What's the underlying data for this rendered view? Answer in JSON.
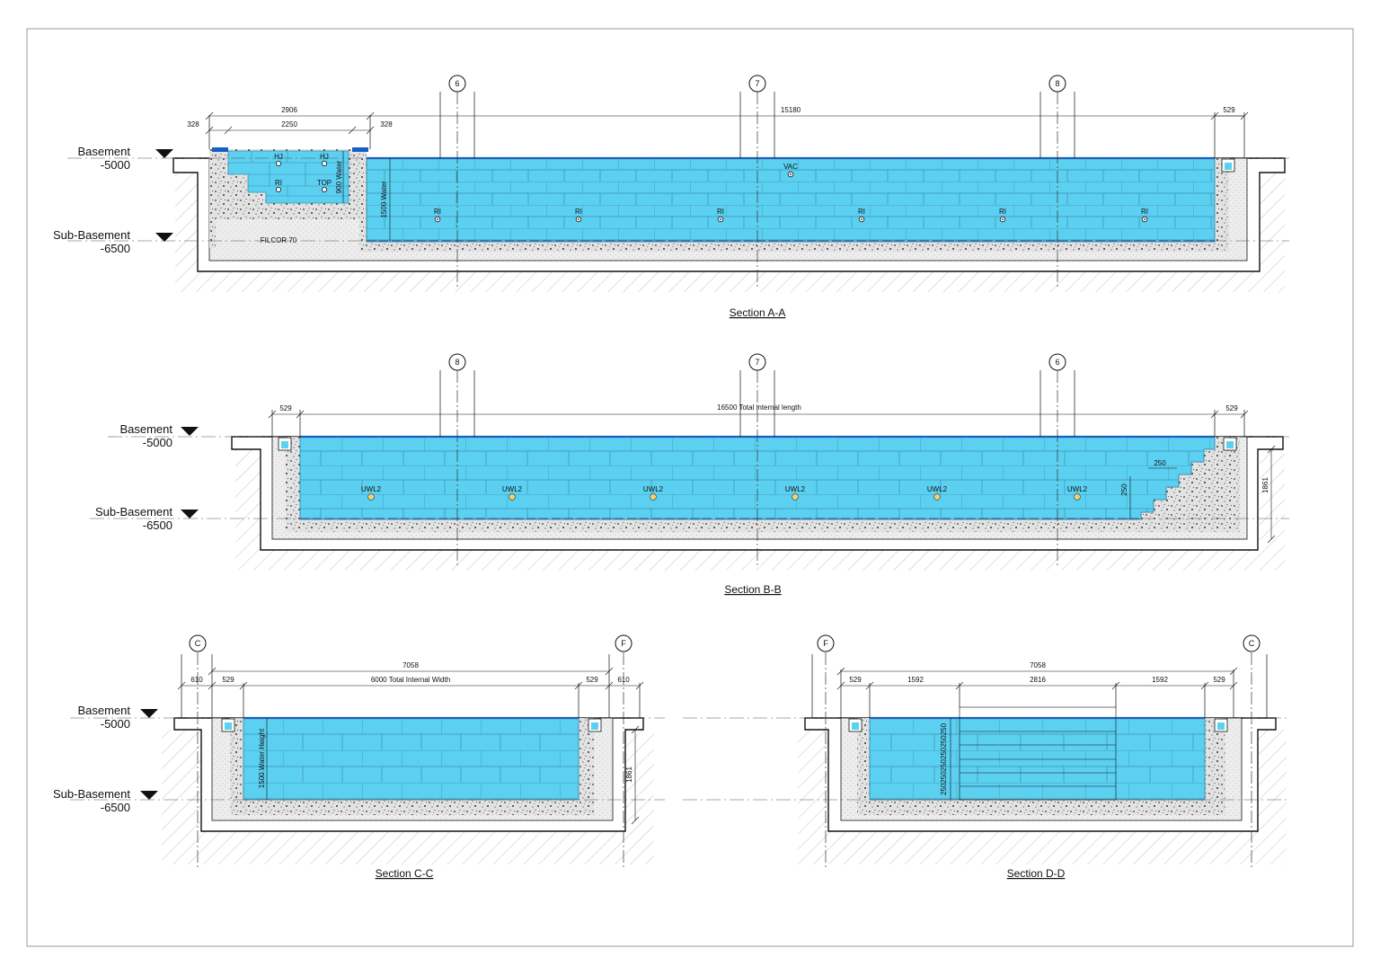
{
  "colors": {
    "water": "#5cd0f0",
    "tile_line": "#3c8fb0",
    "water_edge": "#1560c8",
    "concrete": "#e6e6e6",
    "speckle": "#333333",
    "soil_hatch": "#c4c4c4",
    "light_fill": "#55aaff",
    "line": "#111111"
  },
  "levels": {
    "basement": "Basement",
    "basement_value": "-5000",
    "sub_basement": "Sub-Basement",
    "sub_basement_value": "-6500"
  },
  "sections": {
    "aa": {
      "title": "Section A-A",
      "grid_labels": [
        "6",
        "7",
        "8"
      ],
      "dims": {
        "spa_total": "2906",
        "spa_inner": "2250",
        "left_wall": "328",
        "right_wall": "328",
        "main_length": "15180",
        "right_gutter": "529"
      },
      "spa_labels": {
        "hj_1": "HJ",
        "hj_2": "HJ",
        "ri": "RI",
        "top": "TOP",
        "water_depth": "900 Water",
        "fill": "FILCOR 70"
      },
      "pool_labels": {
        "water_depth": "1500 Water",
        "vac": "VAC",
        "ri": [
          "RI",
          "RI",
          "RI",
          "RI",
          "RI",
          "RI"
        ]
      }
    },
    "bb": {
      "title": "Section B-B",
      "grid_labels": [
        "8",
        "7",
        "6"
      ],
      "dims": {
        "left_gutter": "529",
        "total_length": "16500 Total internal length",
        "right_gutter": "529",
        "step_tread": "250",
        "step_riser": "250",
        "depth": "1861"
      },
      "lights": [
        "UWL2",
        "UWL2",
        "UWL2",
        "UWL2",
        "UWL2",
        "UWL2"
      ]
    },
    "cc": {
      "title": "Section C-C",
      "grid_labels": [
        "C",
        "F"
      ],
      "dims": {
        "overall": "7058",
        "left_wall": "610",
        "left_gutter": "529",
        "internal_width": "6000 Total Internal Width",
        "right_gutter": "529",
        "right_wall": "610",
        "depth": "1861",
        "water_height": "1500 Water Height"
      }
    },
    "dd": {
      "title": "Section D-D",
      "grid_labels": [
        "F",
        "C"
      ],
      "dims": {
        "overall": "7058",
        "left_gutter": "529",
        "left_span": "1592",
        "mid_span": "2816",
        "right_span": "1592",
        "right_gutter": "529",
        "step_risers": "250250250250250250"
      }
    }
  }
}
